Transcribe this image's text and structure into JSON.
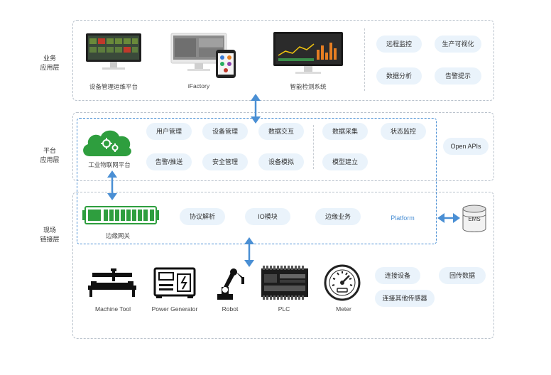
{
  "layers": {
    "business": {
      "label_line1": "业务",
      "label_line2": "应用层"
    },
    "platform": {
      "label_line1": "平台",
      "label_line2": "应用层"
    },
    "field": {
      "label_line1": "现场",
      "label_line2": "链接层"
    }
  },
  "business": {
    "apps": [
      {
        "caption": "设备管理运维平台",
        "icon": "monitor-dashboard-icon"
      },
      {
        "caption": "iFactory",
        "icon": "desktop-phone-icon"
      },
      {
        "caption": "智能检测系统",
        "icon": "monitor-analytics-icon"
      }
    ],
    "pills": [
      "远程监控",
      "生产可视化",
      "数据分析",
      "告警提示"
    ]
  },
  "platform": {
    "cloud_caption": "工业物联网平台",
    "pills_group1": [
      "用户管理",
      "设备管理",
      "数据交互",
      "告警/推送",
      "安全管理",
      "设备模拟"
    ],
    "pills_group2": [
      "数据采集",
      "状态监控",
      "模型建立"
    ],
    "open_apis": "Open APIs",
    "platform_text": "Platform"
  },
  "edge": {
    "gateway_caption": "边缘网关",
    "pills": [
      "协议解析",
      "IO模块",
      "边缘业务"
    ],
    "ems": "EMS"
  },
  "field": {
    "devices": [
      {
        "caption": "Machine Tool",
        "icon": "machine-tool-icon"
      },
      {
        "caption": "Power Generator",
        "icon": "power-generator-icon"
      },
      {
        "caption": "Robot",
        "icon": "robot-arm-icon"
      },
      {
        "caption": "PLC",
        "icon": "plc-icon"
      },
      {
        "caption": "Meter",
        "icon": "meter-icon"
      }
    ],
    "pills": [
      "连接设备",
      "回传数据",
      "连接其他传感器"
    ]
  },
  "colors": {
    "accent": "#4a8fd4",
    "pill_bg": "#eaf3fb",
    "green": "#2e9e3e",
    "arrow": "#4a8fd4"
  }
}
